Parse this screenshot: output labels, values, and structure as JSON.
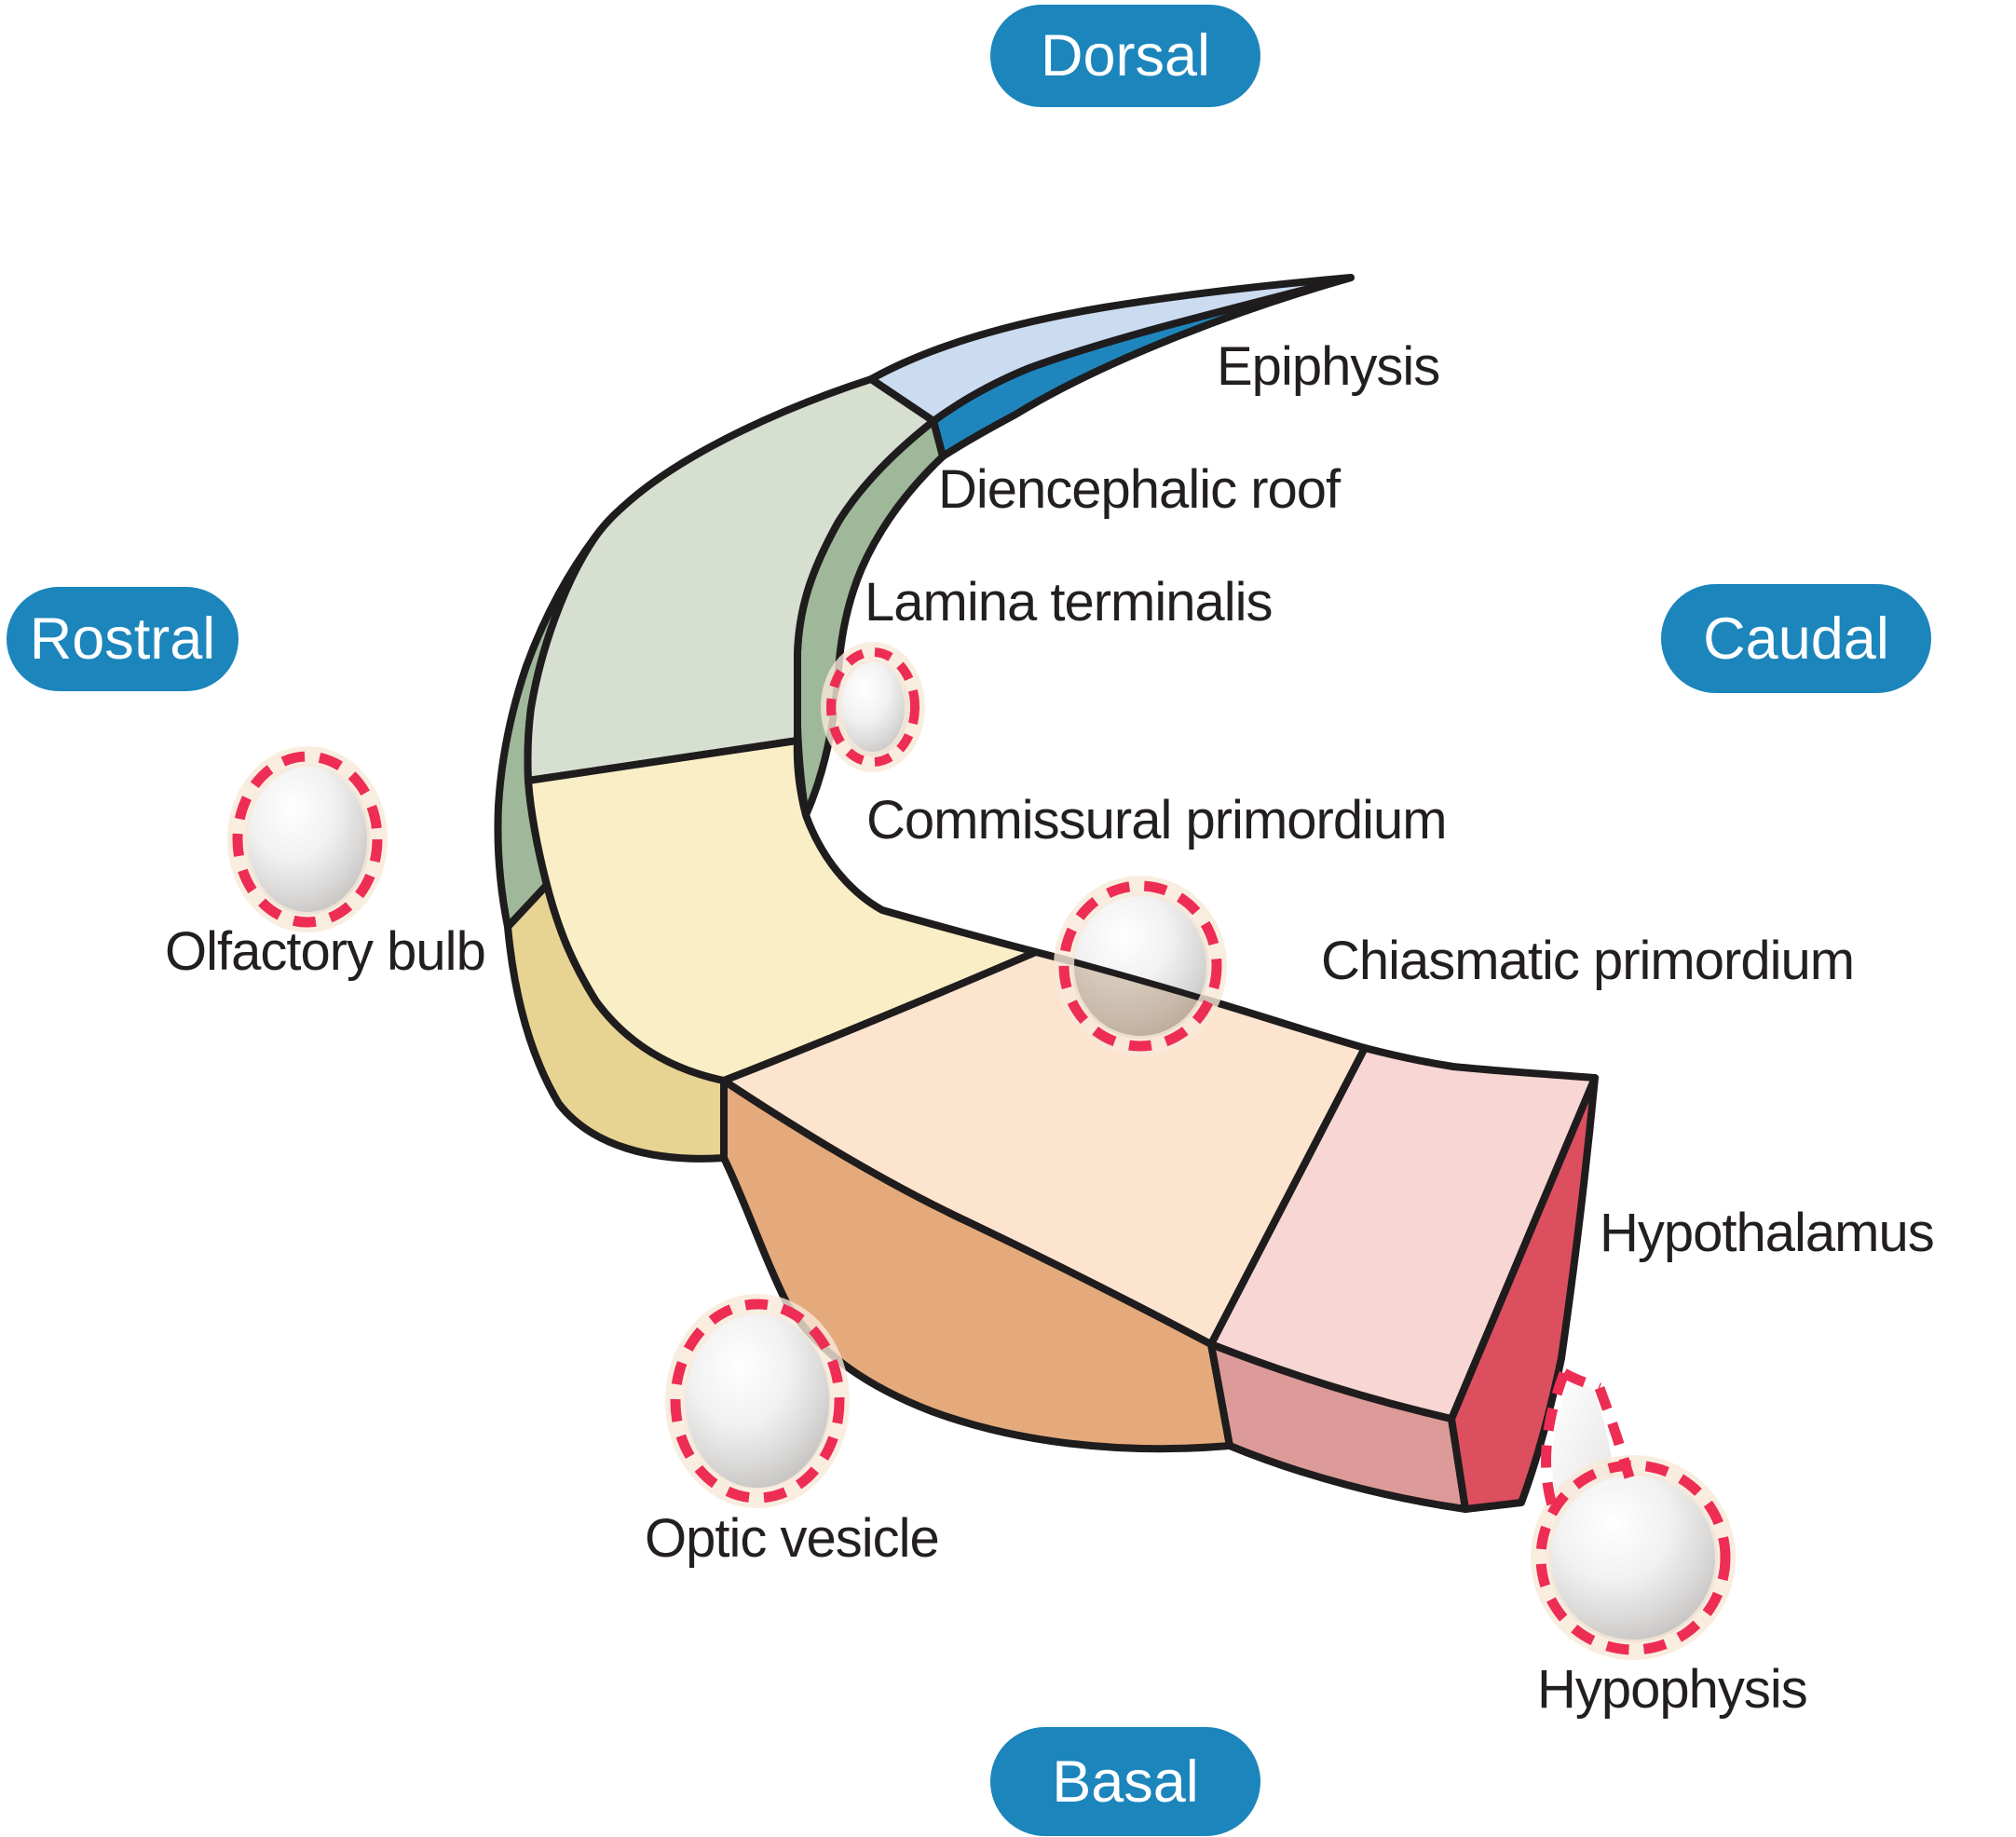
{
  "figure": {
    "direction_labels": {
      "top": "Dorsal",
      "left": "Rostral",
      "right": "Caudal",
      "bottom": "Basal"
    },
    "region_labels": {
      "epiphysis": "Epiphysis",
      "diencephalic_roof": "Diencephalic roof",
      "lamina_terminalis": "Lamina terminalis",
      "commissural_primordium": "Commissural primordium",
      "chiasmatic_primordium": "Chiasmatic primordium",
      "hypothalamus": "Hypothalamus",
      "hypophysis": "Hypophysis",
      "olfactory_bulb": "Olfactory bulb",
      "optic_vesicle": "Optic vesicle"
    },
    "colors": {
      "badge_blue": "#1b85bc",
      "label_text": "#231f20",
      "outline": "#1f1c1e",
      "dash_red": "#ed2d54",
      "dash_halo": "#f7e8d8",
      "band_blue_top": "#cbdcf1",
      "band_blue_side": "#1e86bd",
      "band_green_top": "#d6dfd0",
      "band_green_side": "#9fb899",
      "band_yellow_top": "#faeec6",
      "band_yellow_side": "#e7d392",
      "band_peach_top": "#fce4cf",
      "band_peach_side": "#e4aa7c",
      "band_pink_top": "#f8d6d3",
      "band_pink_side": "#dc9b98",
      "band_red_end": "#dc4f5e",
      "sphere_highlight": "#ffffff",
      "sphere_mid": "#d9d8d7",
      "sphere_shadow": "#b7b5b3"
    }
  }
}
